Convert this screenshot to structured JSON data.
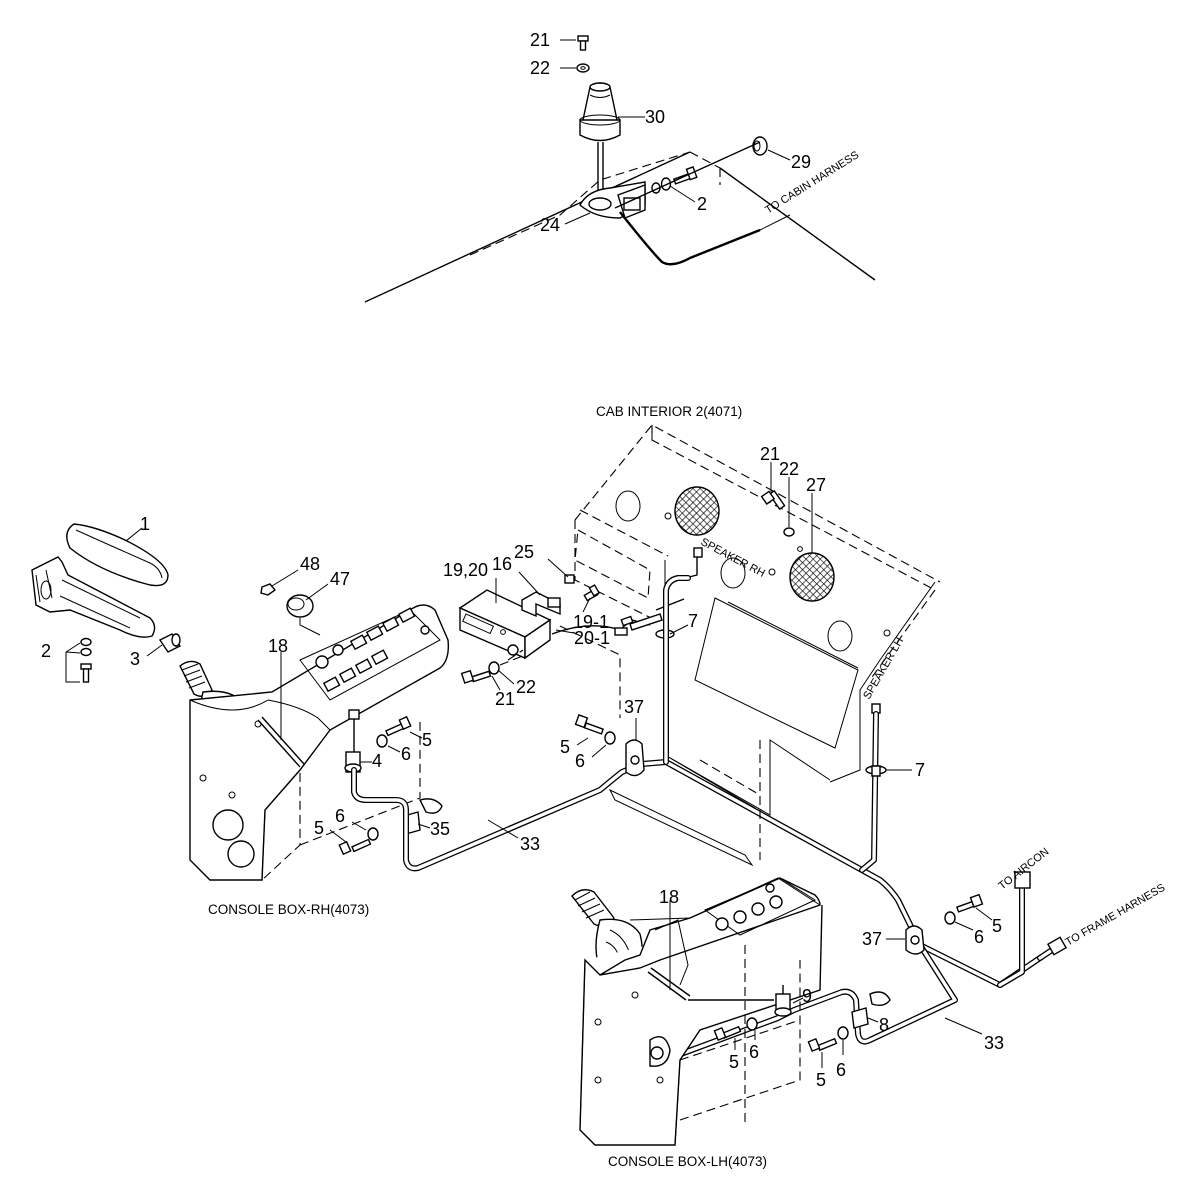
{
  "labels": {
    "p21_top": "21",
    "p22_top": "22",
    "p30": "30",
    "p29": "29",
    "p2_top": "2",
    "p24": "24",
    "to_cabin_harness": "TO CABIN HARNESS",
    "cab_interior": "CAB INTERIOR 2(4071)",
    "p21_cab": "21",
    "p22_cab": "22",
    "p27": "27",
    "speaker_rh": "SPEAKER RH",
    "speaker_lh": "SPEAKER LH",
    "p25": "25",
    "p16": "16",
    "p19_20": "19,20",
    "p19_1": "19-1",
    "p20_1": "20-1",
    "p7_upper": "7",
    "p7_lower": "7",
    "p21_radio": "21",
    "p22_radio": "22",
    "p1": "1",
    "p2_left": "2",
    "p3": "3",
    "p48": "48",
    "p47": "47",
    "p18_rh": "18",
    "p5_rh_a": "5",
    "p6_rh_a": "6",
    "p4": "4",
    "p6_rh_b": "6",
    "p5_rh_b": "5",
    "p35": "35",
    "p33_rh": "33",
    "p37_upper": "37",
    "p5_mid": "5",
    "p6_mid": "6",
    "console_rh": "CONSOLE BOX-RH(4073)",
    "p18_lh": "18",
    "p9": "9",
    "p8": "8",
    "p5_lh_a": "5",
    "p6_lh_a": "6",
    "p5_lh_b": "5",
    "p6_lh_b": "6",
    "p33_lh": "33",
    "p37_lower": "37",
    "p6_right": "6",
    "p5_right": "5",
    "to_aircon": "TO AIRCON",
    "to_frame_harness": "TO FRAME HARNESS",
    "console_lh": "CONSOLE BOX-LH(4073)"
  }
}
